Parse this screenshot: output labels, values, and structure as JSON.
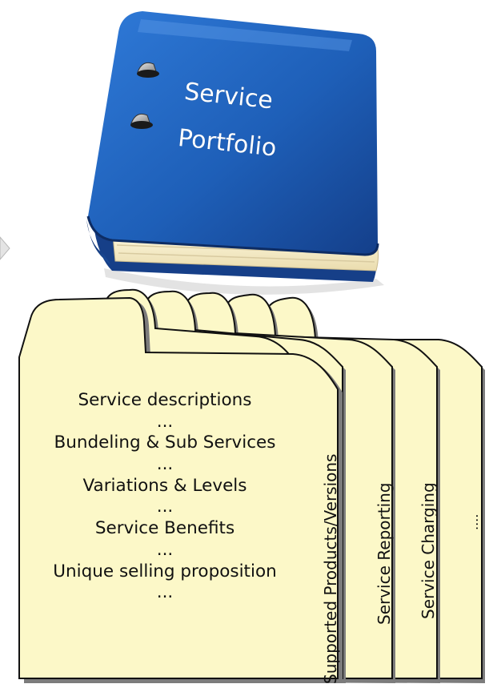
{
  "binder": {
    "title_line1": "Service",
    "title_line2": "Portfolio"
  },
  "main_page": {
    "lines": [
      "Service descriptions",
      "...",
      "Bundeling & Sub Services",
      "...",
      "Variations & Levels",
      "...",
      "Service Benefits",
      "...",
      "Unique selling proposition",
      "..."
    ]
  },
  "tabs": [
    "Supported Products/Versions",
    "Service Reporting",
    "Service Charging",
    "...."
  ],
  "colors": {
    "binder_blue": "#1f5fb4",
    "page_yellow": "#fcf8c8",
    "outline": "#111111"
  }
}
